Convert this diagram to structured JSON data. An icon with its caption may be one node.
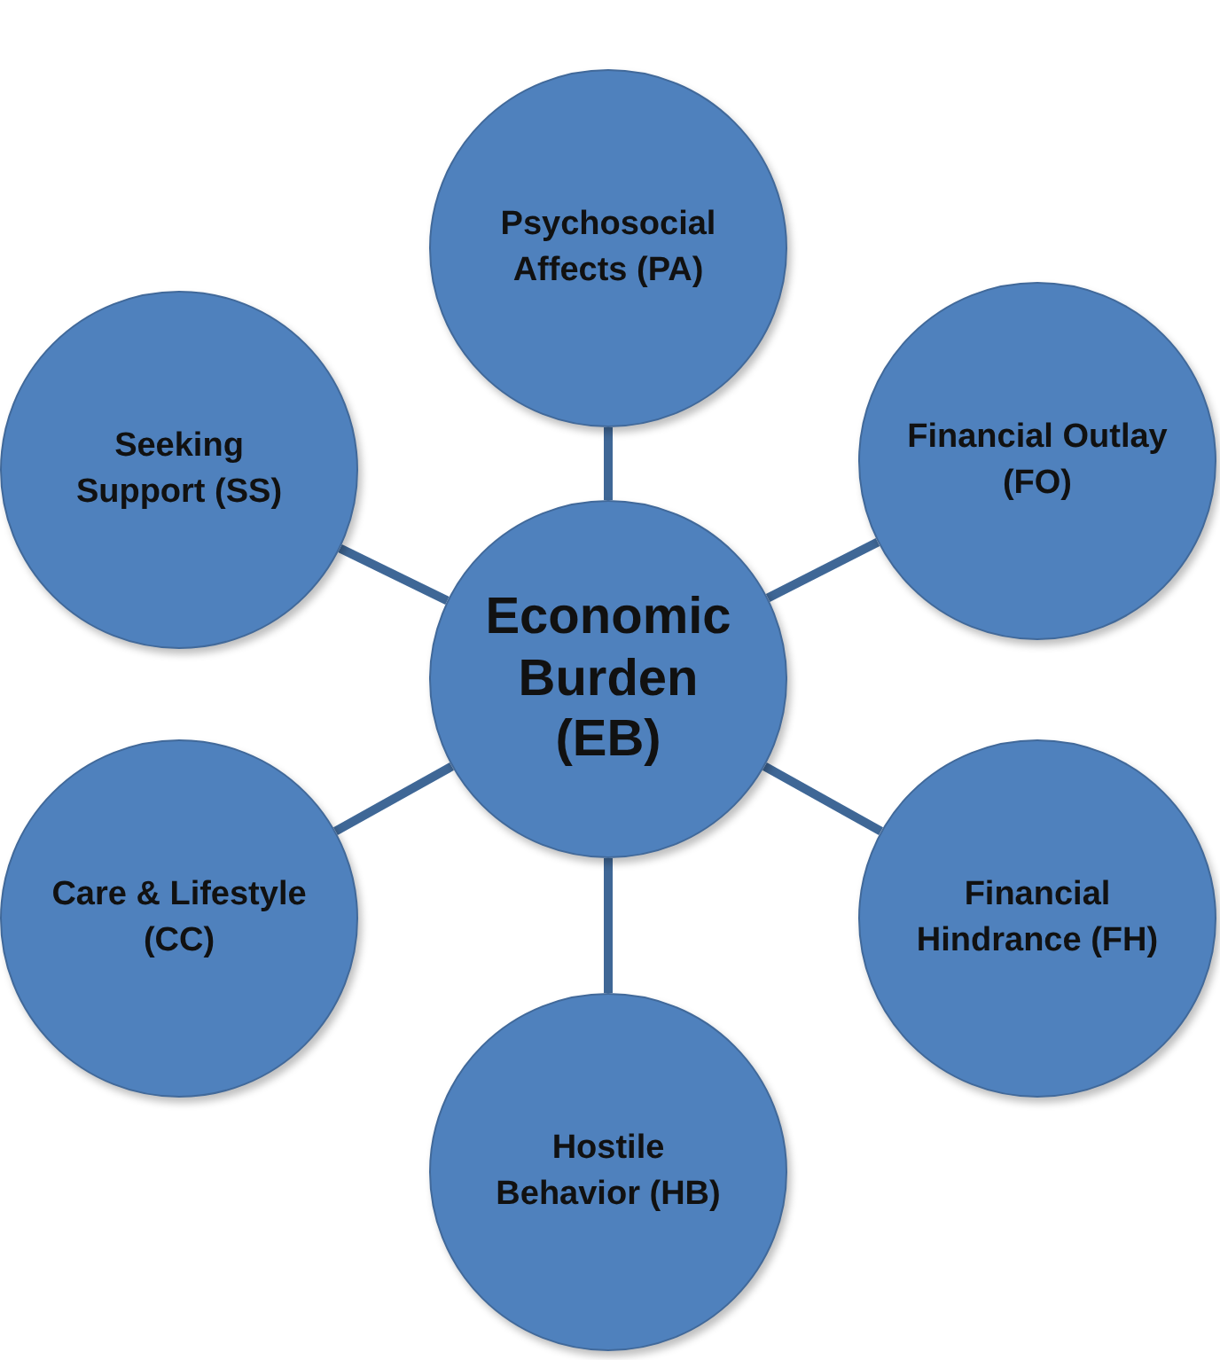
{
  "diagram": {
    "nodes": [
      {
        "text": [
          "Psychosocial Affects (PA)"
        ]
      },
      {
        "text": [
          "Seeking Support (SS)"
        ]
      },
      {
        "text": [
          "Financial Outlay (FO)"
        ]
      },
      {
        "text": [
          "Economic Burden (EB)"
        ]
      },
      {
        "text": [
          "Care & Lifestyle (CC)"
        ]
      },
      {
        "text": [
          "Financial Hindrance (FH)"
        ]
      },
      {
        "text": [
          "Hostile Behavior (HB)"
        ]
      }
    ],
    "edges": [
      {
        "from": 3,
        "to": 0,
        "arrow": "none"
      },
      {
        "from": 3,
        "to": 1,
        "arrow": "none"
      },
      {
        "from": 3,
        "to": 2,
        "arrow": "none"
      },
      {
        "from": 3,
        "to": 4,
        "arrow": "none"
      },
      {
        "from": 3,
        "to": 5,
        "arrow": "none"
      },
      {
        "from": 3,
        "to": 6,
        "arrow": "none"
      }
    ]
  }
}
